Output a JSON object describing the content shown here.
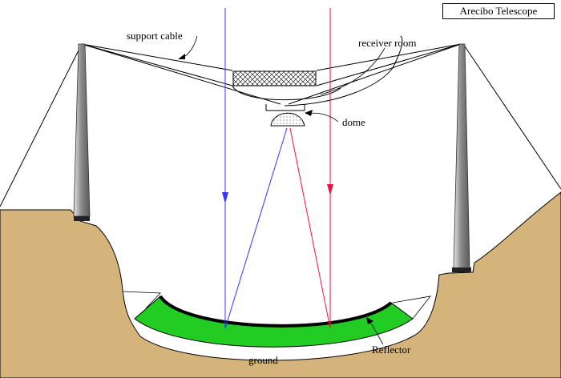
{
  "title": "Arecibo Telescope",
  "labels": {
    "support_cable": "support cable",
    "receiver_room": "receiver room",
    "dome": "dome",
    "reflector": "Reflector",
    "ground": "ground"
  },
  "colors": {
    "ground": "#d4b47a",
    "reflector": "#22cc22",
    "blue_ray": "#3333ff",
    "red_ray": "#ee1144",
    "tower": "#9a9a9a"
  }
}
